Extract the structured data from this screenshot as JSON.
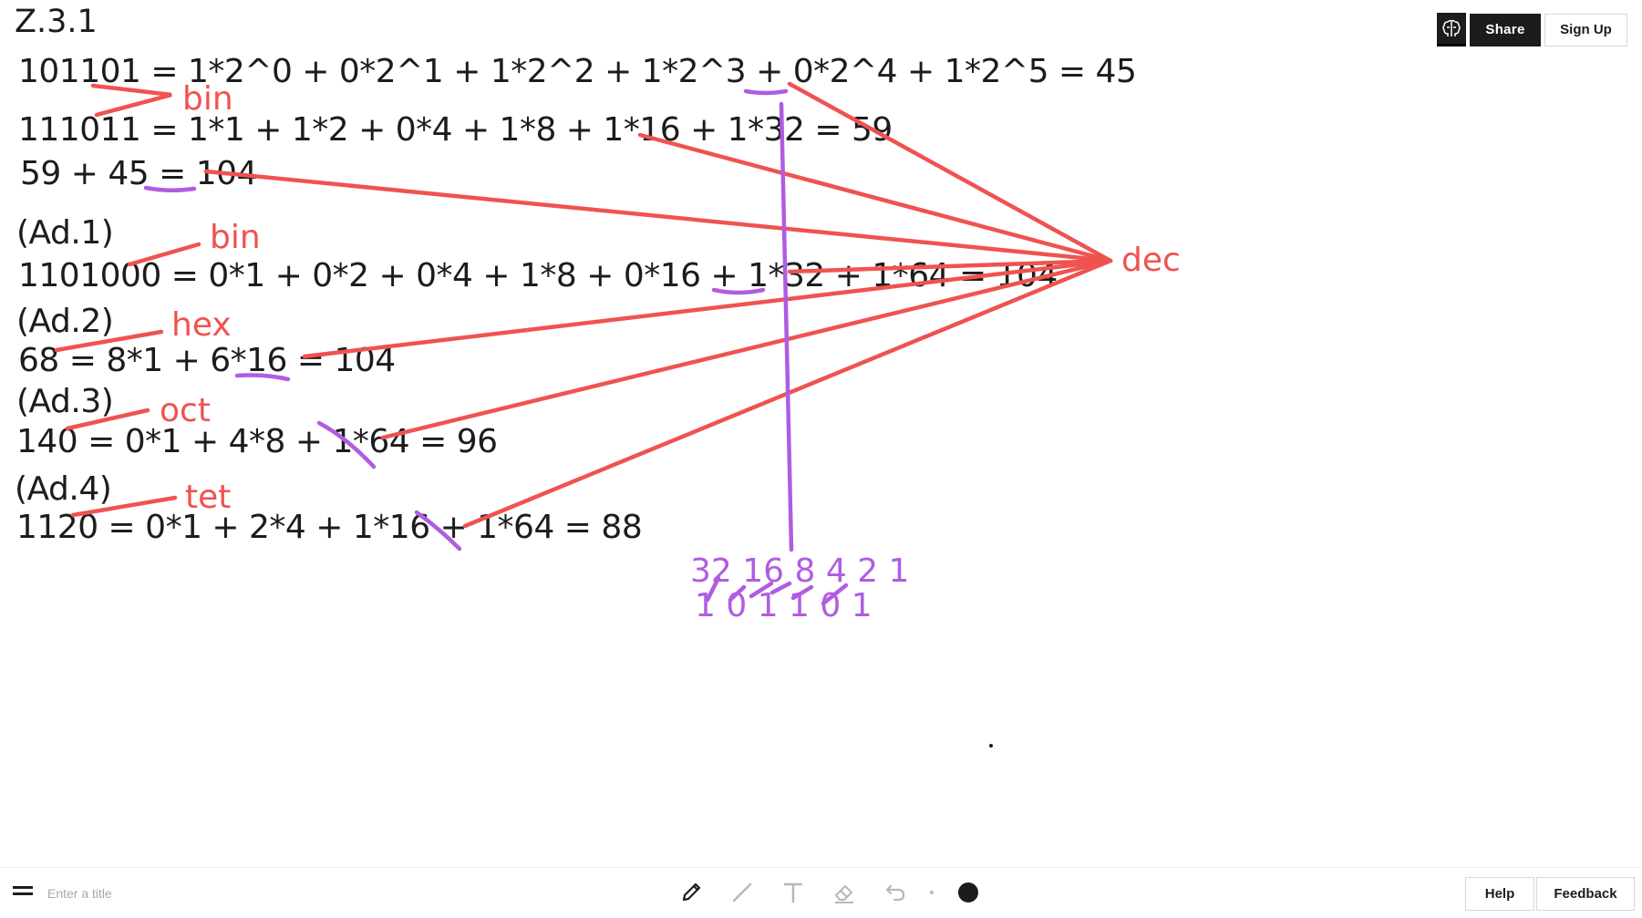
{
  "page": {
    "title": "Z.3.1"
  },
  "header": {
    "share_label": "Share",
    "signup_label": "Sign Up",
    "ai_icon": "brain-icon"
  },
  "canvas": {
    "lines": [
      {
        "id": "line1",
        "text": "101101 = 1*2^0 + 0*2^1 + 1*2^2 + 1*2^3 + 0*2^4 + 1*2^5  = 45"
      },
      {
        "id": "line2",
        "text": "111011 = 1*1 + 1*2 + 0*4 + 1*8 + 1*16 + 1*32 = 59"
      },
      {
        "id": "line3",
        "text": "59 + 45 = 104"
      },
      {
        "id": "ad1-heading",
        "text": "(Ad.1)"
      },
      {
        "id": "ad1-line",
        "text": "1101000 = 0*1 + 0*2 + 0*4 + 1*8 + 0*16 + 1*32 + 1*64 = 104"
      },
      {
        "id": "ad2-heading",
        "text": "(Ad.2)"
      },
      {
        "id": "ad2-line",
        "text": "68 = 8*1 + 6*16 = 104"
      },
      {
        "id": "ad3-heading",
        "text": "(Ad.3)"
      },
      {
        "id": "ad3-line",
        "text": "140 = 0*1 + 4*8 + 1*64 = 96"
      },
      {
        "id": "ad4-heading",
        "text": "(Ad.4)"
      },
      {
        "id": "ad4-line",
        "text": "1120 =  0*1 + 2*4 + 1*16 + 1*64 = 88"
      }
    ],
    "annotations": {
      "bin1": "bin",
      "bin2": "bin",
      "hex": "hex",
      "oct": "oct",
      "tet": "tet",
      "dec": "dec"
    },
    "place_values": {
      "weights": "32 16 8 4 2 1",
      "digits": "1 0 1 1 0 1"
    },
    "colors": {
      "ink": "#1c1c1c",
      "red": "#ef5350",
      "purple": "#b05ce0"
    }
  },
  "bottom_bar": {
    "title_placeholder": "Enter a title",
    "tools": [
      "pencil-icon",
      "line-icon",
      "text-icon",
      "eraser-icon",
      "undo-icon",
      "color-swatch"
    ],
    "help_label": "Help",
    "feedback_label": "Feedback"
  }
}
